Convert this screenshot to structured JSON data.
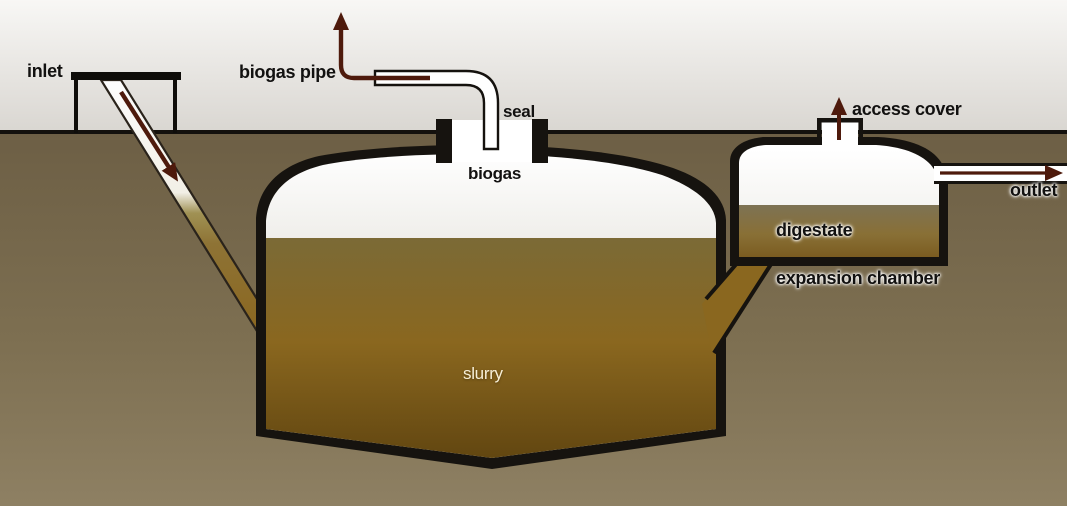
{
  "diagram": {
    "title": "underground biogas digester cross-section",
    "labels": {
      "inlet": "inlet",
      "biogas_pipe": "biogas pipe",
      "seal": "seal",
      "biogas": "biogas",
      "slurry": "slurry",
      "digestate": "digestate",
      "expansion_chamber": "expansion chamber",
      "access_cover": "access cover",
      "outlet": "outlet"
    },
    "colors": {
      "sky_top": "#f7f6f4",
      "sky_bottom": "#d9d6d1",
      "ground_top": "#6d5f45",
      "ground_bottom": "#8e8063",
      "ground_line": "#14110d",
      "tank_outline": "#16130f",
      "tank_interior": "#fcfcfb",
      "slurry_top": "#7b6a36",
      "slurry_mid": "#8a671f",
      "slurry_bottom": "#5e430f",
      "digestate_top": "#7d7254",
      "digestate_bottom": "#77571b",
      "arrow": "#4e1a0c",
      "pipe_fill": "#ffffff",
      "label_text": "#121110",
      "slurry_label_text": "#f6eed6"
    }
  }
}
